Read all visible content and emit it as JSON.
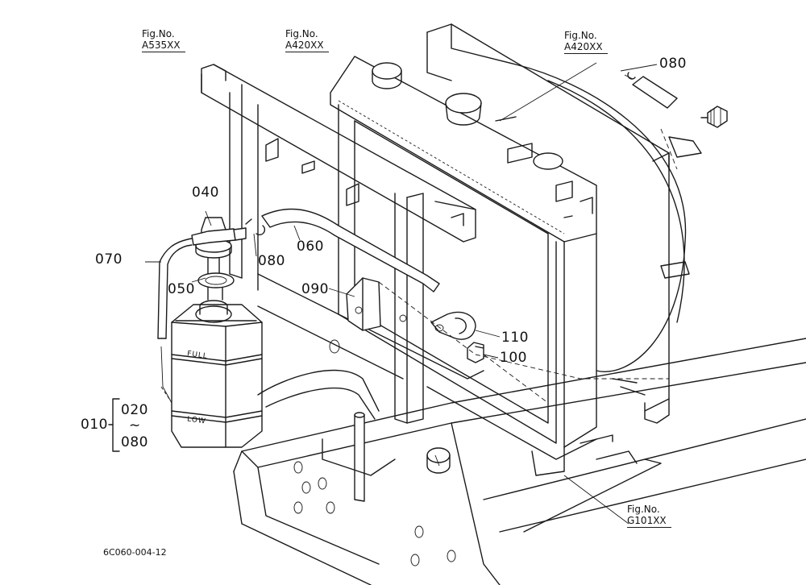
{
  "fig_refs": [
    {
      "label": "Fig.No.",
      "code": "A535XX"
    },
    {
      "label": "Fig.No.",
      "code": "A420XX"
    },
    {
      "label": "Fig.No.",
      "code": "A420XX"
    },
    {
      "label": "Fig.No.",
      "code": "G101XX"
    }
  ],
  "parts": {
    "p040": "040",
    "p050": "050",
    "p060": "060",
    "p070": "070",
    "p080_top": "080",
    "p080_mid": "080",
    "p090": "090",
    "p100": "100",
    "p110": "110",
    "p010": "010",
    "p020": "020",
    "p080_range": "080",
    "range_tilde": "~"
  },
  "tank_marks": {
    "full": "FULL",
    "low": "LOW"
  },
  "drawing_id": "6C060-004-12"
}
